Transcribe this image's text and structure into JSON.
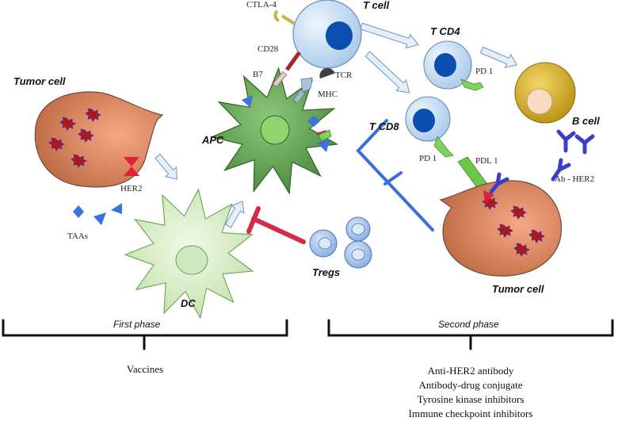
{
  "labels": {
    "tumor_cell_left": "Tumor cell",
    "tumor_cell_right": "Tumor cell",
    "t_cell": "T cell",
    "t_cd4": "T CD4",
    "t_cd8": "T CD8",
    "b_cell": "B cell",
    "apc": "APC",
    "dc": "DC",
    "tregs": "Tregs"
  },
  "molecules": {
    "ctla4": "CTLA-4",
    "cd28": "CD28",
    "b7": "B7",
    "tcr": "TCR",
    "mhc": "MHC",
    "her2": "HER2",
    "taas": "TAAs",
    "pd1_cd4": "PD 1",
    "pd1_cd8": "PD 1",
    "pdl1": "PDL 1",
    "ab_her2": "Ab - HER2"
  },
  "phases": {
    "first": "First phase",
    "second": "Second phase"
  },
  "treatments": {
    "first": [
      "Vaccines"
    ],
    "second": [
      "Anti-HER2 antibody",
      "Antibody-drug conjugate",
      "Tyrosine kinase inhibitors",
      "Immune checkpoint inhibitors"
    ]
  },
  "colors": {
    "tumor_fill": "#e98a5f",
    "tumor_stroke": "#6d4b3b",
    "apc_fill": "#5fa24e",
    "dc_fill": "#d9efc4",
    "tcell_fill": "#cfe4f7",
    "tcell_nucleus": "#0a4fb0",
    "bcell_fill": "#e3b820",
    "antibody": "#3b3fc4",
    "inhibit_red": "#d62a4a",
    "inhibit_blue": "#3a6fd8",
    "her2_red": "#e0203a",
    "arrow_fill": "#e6eff9",
    "arrow_stroke": "#7b9cc4"
  }
}
